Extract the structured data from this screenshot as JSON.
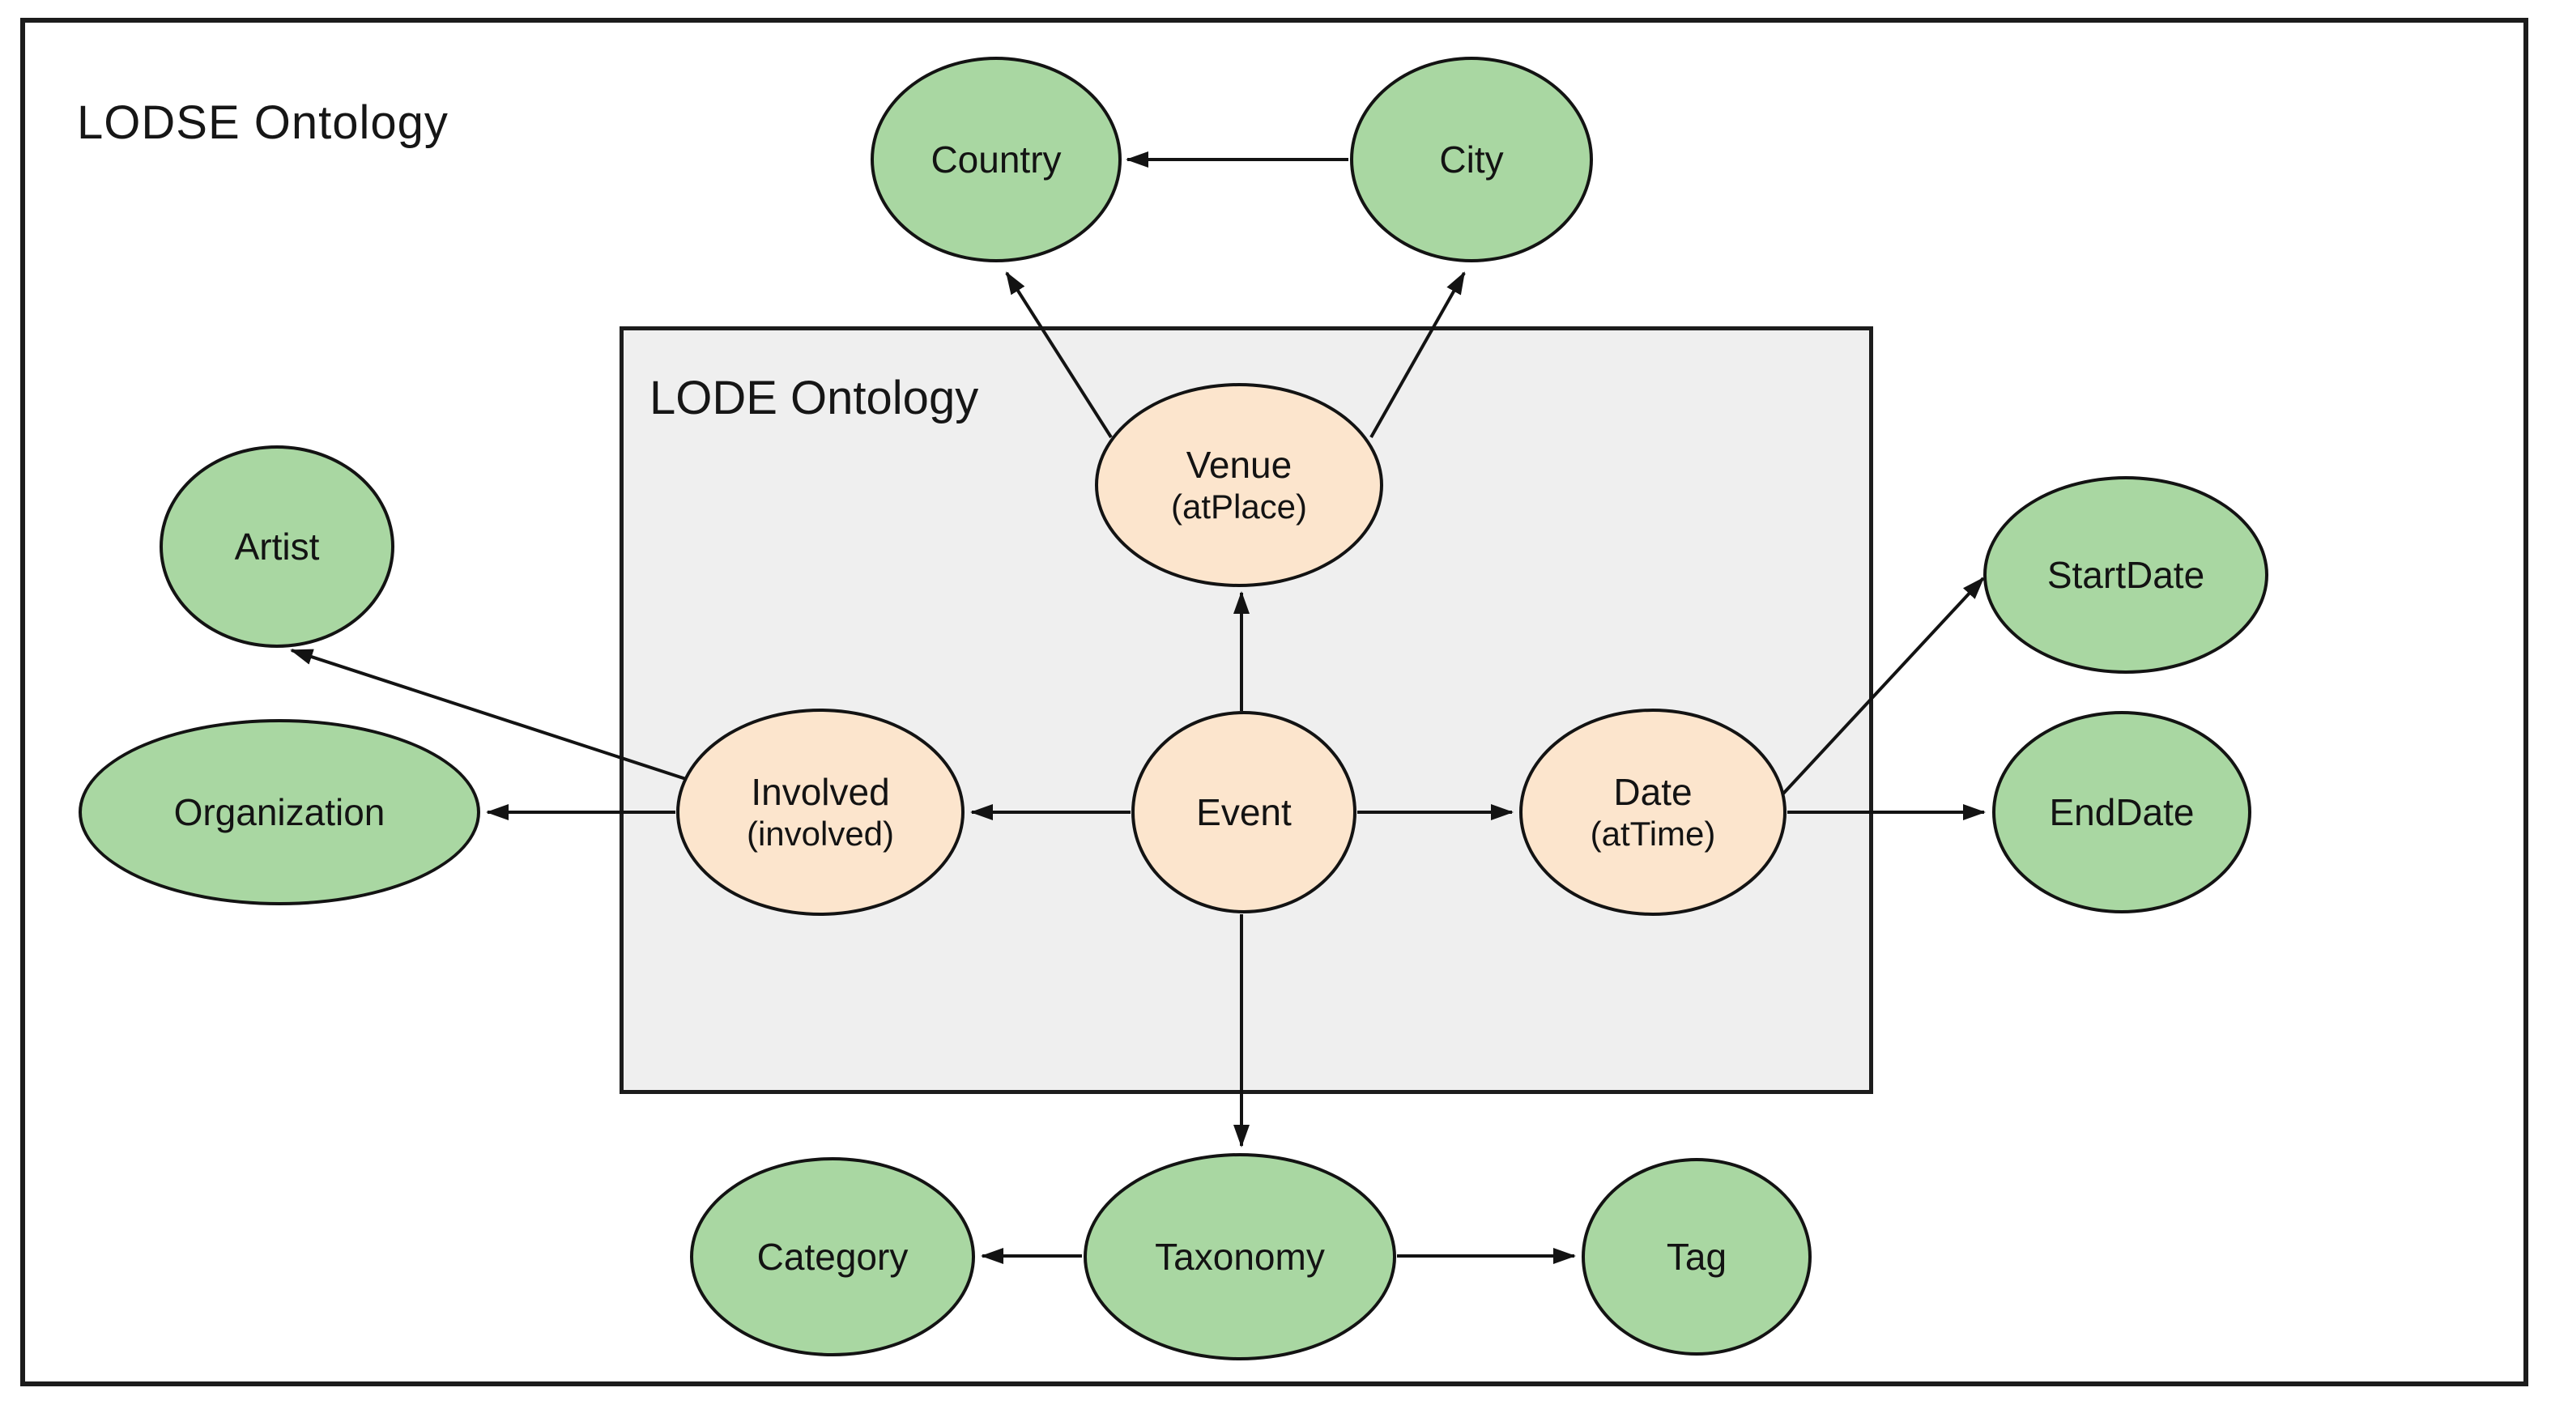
{
  "title": "LODSE Ontology",
  "lode_box": {
    "label": "LODE Ontology"
  },
  "colors": {
    "node_green": "#a9d7a2",
    "node_orange": "#fce5cd",
    "box_gray": "#efefef",
    "line_black": "#131313",
    "background": "#ffffff"
  },
  "nodes": [
    {
      "id": "country",
      "label": "Country",
      "color": "green"
    },
    {
      "id": "city",
      "label": "City",
      "color": "green"
    },
    {
      "id": "venue",
      "label": "Venue",
      "sublabel": "(atPlace)",
      "color": "orange"
    },
    {
      "id": "artist",
      "label": "Artist",
      "color": "green"
    },
    {
      "id": "organization",
      "label": "Organization",
      "color": "green"
    },
    {
      "id": "involved",
      "label": "Involved",
      "sublabel": "(involved)",
      "color": "orange"
    },
    {
      "id": "event",
      "label": "Event",
      "color": "orange"
    },
    {
      "id": "date",
      "label": "Date",
      "sublabel": "(atTime)",
      "color": "orange"
    },
    {
      "id": "startdate",
      "label": "StartDate",
      "color": "green"
    },
    {
      "id": "enddate",
      "label": "EndDate",
      "color": "green"
    },
    {
      "id": "category",
      "label": "Category",
      "color": "green"
    },
    {
      "id": "taxonomy",
      "label": "Taxonomy",
      "color": "green"
    },
    {
      "id": "tag",
      "label": "Tag",
      "color": "green"
    }
  ],
  "edges": [
    {
      "from": "city",
      "to": "country"
    },
    {
      "from": "venue",
      "to": "country"
    },
    {
      "from": "venue",
      "to": "city"
    },
    {
      "from": "event",
      "to": "venue"
    },
    {
      "from": "event",
      "to": "involved"
    },
    {
      "from": "involved",
      "to": "organization"
    },
    {
      "from": "involved",
      "to": "artist"
    },
    {
      "from": "event",
      "to": "date"
    },
    {
      "from": "date",
      "to": "startdate"
    },
    {
      "from": "date",
      "to": "enddate"
    },
    {
      "from": "event",
      "to": "taxonomy"
    },
    {
      "from": "taxonomy",
      "to": "category"
    },
    {
      "from": "taxonomy",
      "to": "tag"
    }
  ]
}
